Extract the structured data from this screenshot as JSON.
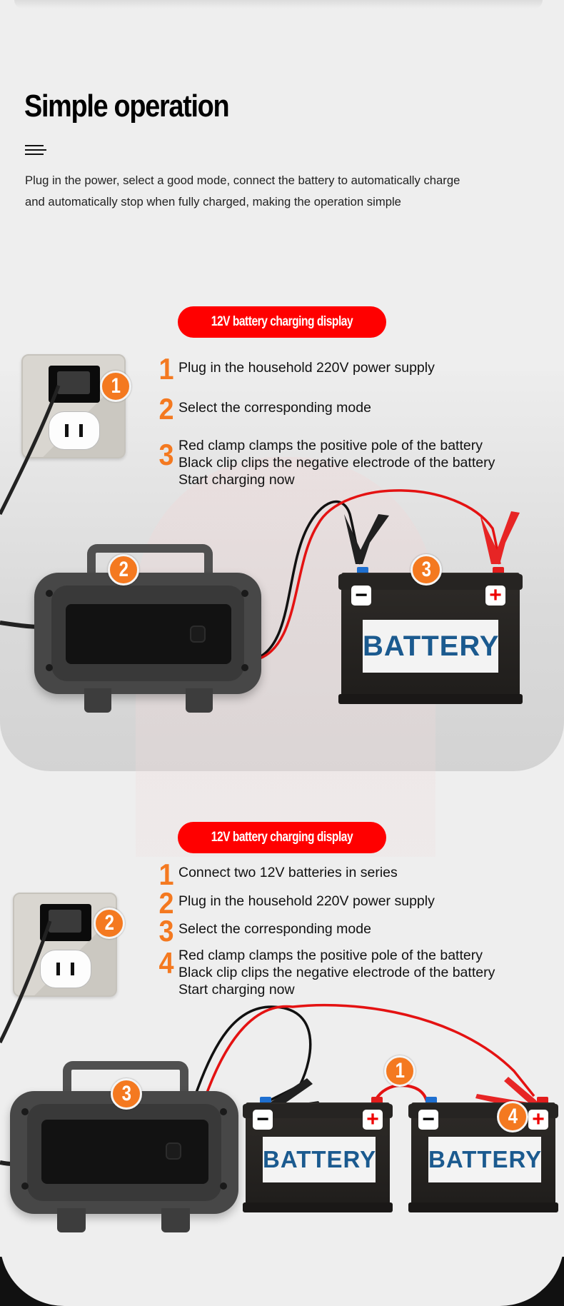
{
  "header": {
    "title": "Simple operation",
    "menu_icon": "menu-lines-icon",
    "intro_line1": "Plug in the power, select a good mode, connect the battery to automatically charge",
    "intro_line2": "and automatically stop when fully charged, making the operation simple"
  },
  "colors": {
    "accent_red": "#ff0000",
    "step_orange": "#f47920",
    "battery_label_blue": "#1b5a8f",
    "background": "#eeeeee"
  },
  "section1": {
    "pill_label": "12V battery charging display",
    "steps": [
      {
        "num": "1",
        "lines": [
          "Plug in the household 220V power supply"
        ]
      },
      {
        "num": "2",
        "lines": [
          "Select the corresponding mode"
        ]
      },
      {
        "num": "3",
        "lines": [
          "Red clamp clamps the positive pole of the battery",
          "Black clip clips the negative electrode of the battery",
          "Start charging now"
        ]
      }
    ],
    "badges": {
      "outlet": "1",
      "charger": "2",
      "battery": "3"
    },
    "battery_label": "BATTERY",
    "terminal_neg": "−",
    "terminal_pos": "+"
  },
  "section2": {
    "pill_label": "12V battery charging display",
    "steps": [
      {
        "num": "1",
        "lines": [
          "Connect two 12V batteries in series"
        ]
      },
      {
        "num": "2",
        "lines": [
          "Plug in the household 220V power supply"
        ]
      },
      {
        "num": "3",
        "lines": [
          "Select the corresponding mode"
        ]
      },
      {
        "num": "4",
        "lines": [
          "Red clamp clamps the positive pole of the battery",
          "Black clip clips the negative electrode of the battery",
          "Start charging now"
        ]
      }
    ],
    "badges": {
      "outlet": "2",
      "charger": "3",
      "series_link": "1",
      "battery2": "4"
    },
    "battery_label": "BATTERY",
    "terminal_neg": "−",
    "terminal_pos": "+"
  }
}
